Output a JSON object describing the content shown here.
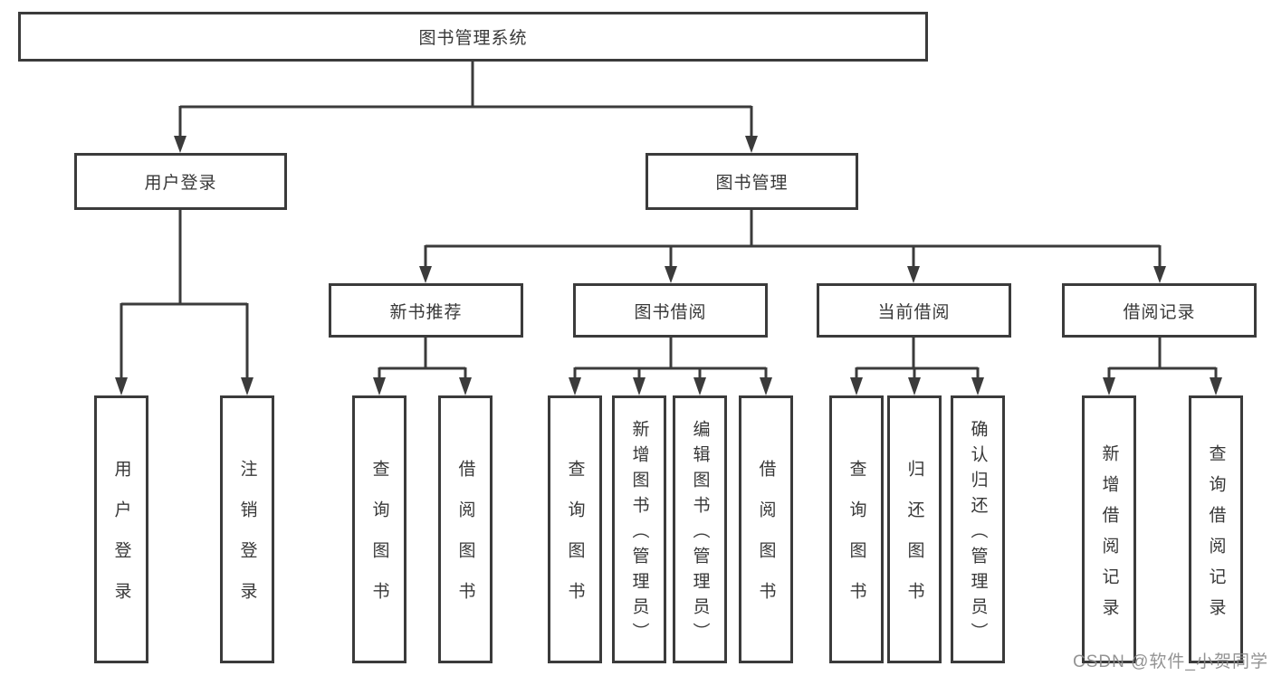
{
  "diagram": {
    "type": "tree",
    "colors": {
      "line": "#3b3b3b",
      "box_border": "#3b3b3b",
      "text": "#383838",
      "background": "#ffffff",
      "watermark": "#8a8a8a"
    },
    "root": {
      "label": "图书管理系统"
    },
    "branches": [
      {
        "label": "用户登录",
        "children": [
          {
            "label": "用户登录"
          },
          {
            "label": "注销登录"
          }
        ]
      },
      {
        "label": "图书管理",
        "sections": [
          {
            "label": "新书推荐",
            "children": [
              {
                "label": "查询图书"
              },
              {
                "label": "借阅图书"
              }
            ]
          },
          {
            "label": "图书借阅",
            "children": [
              {
                "label": "查询图书"
              },
              {
                "label": "新增图书（管理员）"
              },
              {
                "label": "编辑图书（管理员）"
              },
              {
                "label": "借阅图书"
              }
            ]
          },
          {
            "label": "当前借阅",
            "children": [
              {
                "label": "查询图书"
              },
              {
                "label": "归还图书"
              },
              {
                "label": "确认归还（管理员）"
              }
            ]
          },
          {
            "label": "借阅记录",
            "children": [
              {
                "label": "新增借阅记录"
              },
              {
                "label": "查询借阅记录"
              }
            ]
          }
        ]
      }
    ],
    "watermark": "CSDN @软件_小贺同学"
  }
}
